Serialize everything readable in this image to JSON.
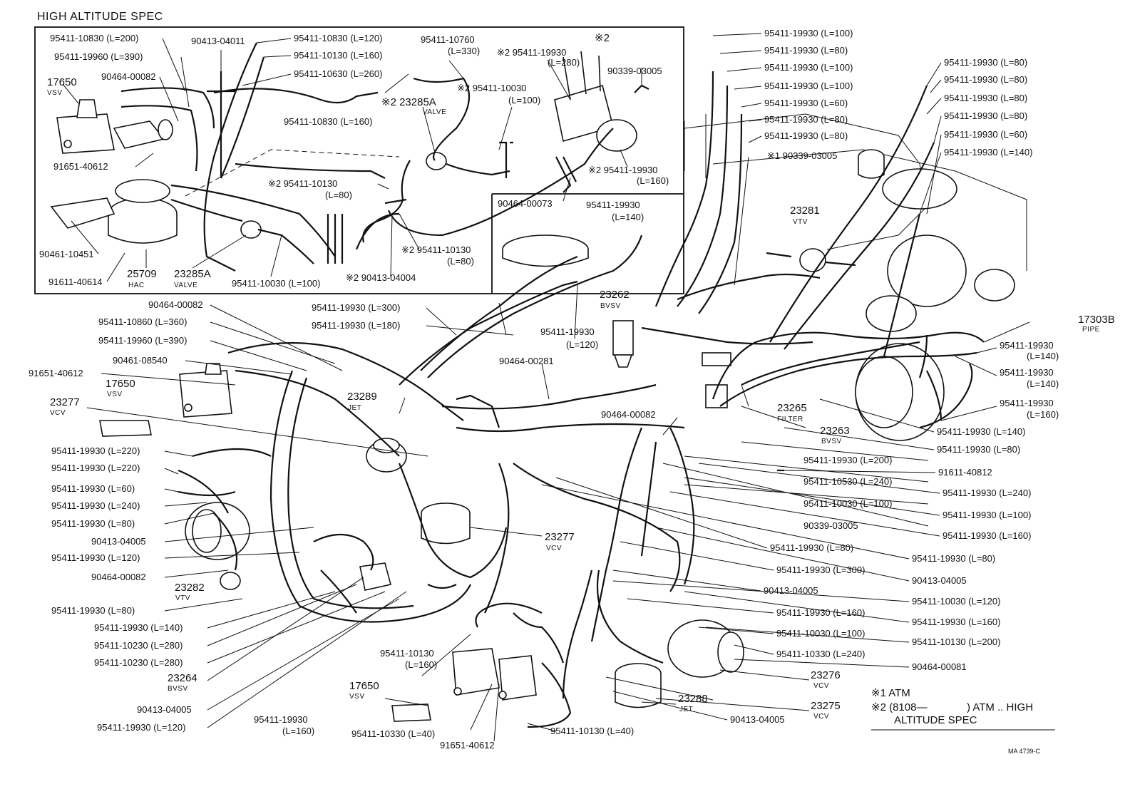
{
  "inset": {
    "title": "HIGH ALTITUDE SPEC",
    "labels": [
      "95411-10830 (L=200)",
      "95411-19960 (L=390)",
      "90464-00082",
      "90413-04011",
      "95411-10830 (L=120)",
      "95411-10130 (L=160)",
      "95411-10630 (L=260)",
      "95411-10760",
      "(L=330)",
      "※2 95411-19930",
      "(L=280)",
      "※2",
      "90339-03005",
      "※2 95411-10030",
      "(L=100)",
      "※2 23285A",
      "VALVE",
      "95411-10830 (L=160)",
      "91651-40612",
      "※2 95411-10130",
      "(L=80)",
      "90464-00073",
      "※2 95411-19930",
      "(L=160)",
      "90461-10451",
      "91611-40614",
      "25709",
      "HAC",
      "23285A",
      "VALVE",
      "95411-10030 (L=100)",
      "※2 90413-04004",
      "※2 95411-10130",
      "(L=80)",
      "17650",
      "VSV"
    ]
  },
  "labels": [
    "95411-19930 (L=100)",
    "95411-19930 (L=80)",
    "95411-19930 (L=100)",
    "95411-19930 (L=100)",
    "95411-19930 (L=60)",
    "95411-19930 (L=80)",
    "95411-19930 (L=80)",
    "※1 90339-03005",
    "95411-19930 (L=80)",
    "95411-19930 (L=80)",
    "95411-19930 (L=80)",
    "95411-19930 (L=80)",
    "95411-19930 (L=60)",
    "95411-19930 (L=140)",
    "95411-19930",
    "(L=140)",
    "23281",
    "VTV",
    "23262",
    "BVSV",
    "17303B",
    "PIPE",
    "95411-19930",
    "(L=140)",
    "95411-19930",
    "(L=140)",
    "95411-19930",
    "(L=160)",
    "90464-00082",
    "95411-10860 (L=360)",
    "95411-19960 (L=390)",
    "95411-19930 (L=300)",
    "95411-19930 (L=180)",
    "95411-19930",
    "(L=120)",
    "90461-08540",
    "91651-40612",
    "17650",
    "VSV",
    "23277",
    "VCV",
    "90464-00281",
    "23289",
    "JET",
    "23265",
    "FILTER",
    "90464-00082",
    "23263",
    "BVSV",
    "95411-19930 (L=140)",
    "95411-19930 (L=80)",
    "95411-19930 (L=200)",
    "91611-40812",
    "95411-10530 (L=240)",
    "95411-19930 (L=240)",
    "95411-10030 (L=100)",
    "95411-19930 (L=100)",
    "90339-03005",
    "95411-19930 (L=160)",
    "95411-19930 (L=80)",
    "95411-19930 (L=80)",
    "95411-19930 (L=300)",
    "90413-04005",
    "90413-04005",
    "95411-10030 (L=120)",
    "95411-19930 (L=160)",
    "95411-19930 (L=160)",
    "95411-10030 (L=100)",
    "95411-10130 (L=200)",
    "95411-10330 (L=240)",
    "90464-00081",
    "95411-19930 (L=220)",
    "95411-19930 (L=220)",
    "95411-19930 (L=60)",
    "95411-19930 (L=240)",
    "95411-19930 (L=80)",
    "90413-04005",
    "95411-19930 (L=120)",
    "90464-00082",
    "23282",
    "VTV",
    "23277",
    "VCV",
    "95411-19930 (L=80)",
    "95411-19930 (L=140)",
    "95411-10230 (L=280)",
    "95411-10230 (L=280)",
    "23264",
    "BVSV",
    "95411-10130",
    "(L=160)",
    "17650",
    "VSV",
    "90413-04005",
    "95411-19930 (L=120)",
    "95411-19930",
    "(L=160)",
    "95411-10330 (L=40)",
    "91651-40612",
    "95411-10130 (L=40)",
    "23288",
    "JET",
    "90413-04005",
    "23276",
    "VCV",
    "23275",
    "VCV"
  ],
  "notes": {
    "note1": "※1 ATM",
    "note2a": "※2 (8108—",
    "note2b": ") ATM .. HIGH",
    "note2c": "ALTITUDE SPEC"
  },
  "ref": "MA 4739-C"
}
